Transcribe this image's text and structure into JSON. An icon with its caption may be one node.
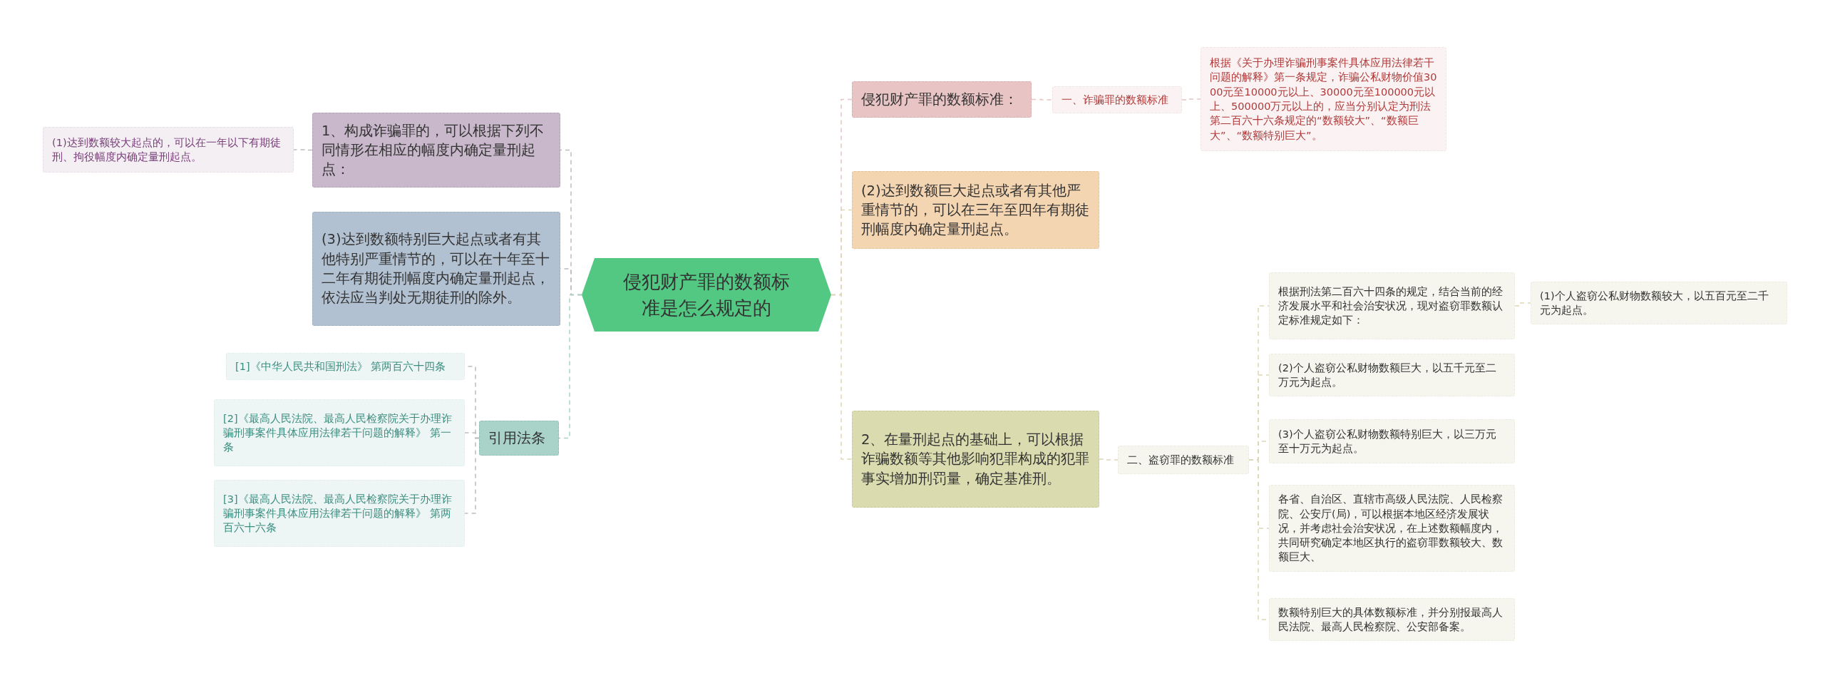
{
  "diagram": {
    "nodes": [
      {
        "text": [
          "侵犯财产罪的数额标准是怎么规定的"
        ]
      },
      {
        "text": [
          "1、构成诈骗罪的，可以根据下列不同情形在相应的幅度内确定量刑起点："
        ]
      },
      {
        "text": [
          "(1)达到数额较大起点的，可以在一年以下有期徒刑、拘役幅度内确定量刑起点。"
        ]
      },
      {
        "text": [
          "(3)达到数额特别巨大起点或者有其他特别严重情节的，可以在十年至十二年有期徒刑幅度内确定量刑起点，依法应当判处无期徒刑的除外。"
        ]
      },
      {
        "text": [
          "引用法条"
        ]
      },
      {
        "text": [
          "[1]《中华人民共和国刑法》 第两百六十四条"
        ]
      },
      {
        "text": [
          "[2]《最高人民法院、最高人民检察院关于办理诈骗刑事案件具体应用法律若干问题的解释》 第一条"
        ]
      },
      {
        "text": [
          "[3]《最高人民法院、最高人民检察院关于办理诈骗刑事案件具体应用法律若干问题的解释》 第两百六十六条"
        ]
      },
      {
        "text": [
          "侵犯财产罪的数额标准："
        ]
      },
      {
        "text": [
          "一、诈骗罪的数额标准"
        ]
      },
      {
        "text": [
          "根据《关于办理诈骗刑事案件具体应用法律若干问题的解释》第一条规定，诈骗公私财物价值3000元至10000元以上、30000元至100000元以上、500000万元以上的，应当分别认定为刑法第二百六十六条规定的“数额较大”、“数额巨大”、“数额特别巨大”。"
        ]
      },
      {
        "text": [
          "(2)达到数额巨大起点或者有其他严重情节的，可以在三年至四年有期徒刑幅度内确定量刑起点。"
        ]
      },
      {
        "text": [
          "2、在量刑起点的基础上，可以根据诈骗数额等其他影响犯罪构成的犯罪事实增加刑罚量，确定基准刑。"
        ]
      },
      {
        "text": [
          "二、盗窃罪的数额标准"
        ]
      },
      {
        "text": [
          "根据刑法第二百六十四条的规定，结合当前的经济发展水平和社会治安状况，现对盗窃罪数额认定标准规定如下："
        ]
      },
      {
        "text": [
          "(1)个人盗窃公私财物数额较大，以五百元至二千元为起点。"
        ]
      },
      {
        "text": [
          "(2)个人盗窃公私财物数额巨大，以五千元至二万元为起点。"
        ]
      },
      {
        "text": [
          "(3)个人盗窃公私财物数额特别巨大，以三万元至十万元为起点。"
        ]
      },
      {
        "text": [
          "各省、自治区、直辖市高级人民法院、人民检察院、公安厅(局)，可以根据本地区经济发展状况，并考虑社会治安状况，在上述数额幅度内，共同研究确定本地区执行的盗窃罪数额较大、数额巨大、"
        ]
      },
      {
        "text": [
          "数额特别巨大的具体数额标准，并分别报最高人民法院、最高人民检察院、公安部备案。"
        ]
      }
    ],
    "edges": [
      {
        "from": 0,
        "to": 1,
        "arrow": "none",
        "color": "#bdbdbd"
      },
      {
        "from": 0,
        "to": 3,
        "arrow": "none",
        "color": "#bdbdbd"
      },
      {
        "from": 0,
        "to": 4,
        "arrow": "none",
        "color": "#a9d3c8"
      },
      {
        "from": 1,
        "to": 2,
        "arrow": "none",
        "color": "#bdbdbd"
      },
      {
        "from": 4,
        "to": 5,
        "arrow": "none",
        "color": "#bdbdbd"
      },
      {
        "from": 4,
        "to": 6,
        "arrow": "none",
        "color": "#bdbdbd"
      },
      {
        "from": 4,
        "to": 7,
        "arrow": "none",
        "color": "#bdbdbd"
      },
      {
        "from": 0,
        "to": 8,
        "arrow": "none",
        "color": "#e8c4c4"
      },
      {
        "from": 8,
        "to": 9,
        "arrow": "none",
        "color": "#e8c4c4"
      },
      {
        "from": 9,
        "to": 10,
        "arrow": "none",
        "color": "#e8c4c4"
      },
      {
        "from": 0,
        "to": 11,
        "arrow": "none"
      },
      {
        "from": 0,
        "to": 12,
        "arrow": "none"
      },
      {
        "from": 12,
        "to": 13,
        "arrow": "none"
      },
      {
        "from": 13,
        "to": 14,
        "arrow": "none"
      },
      {
        "from": 13,
        "to": 16,
        "arrow": "none"
      },
      {
        "from": 13,
        "to": 17,
        "arrow": "none"
      },
      {
        "from": 13,
        "to": 18,
        "arrow": "none"
      },
      {
        "from": 13,
        "to": 19,
        "arrow": "none"
      },
      {
        "from": 14,
        "to": 15,
        "arrow": "none"
      }
    ]
  }
}
